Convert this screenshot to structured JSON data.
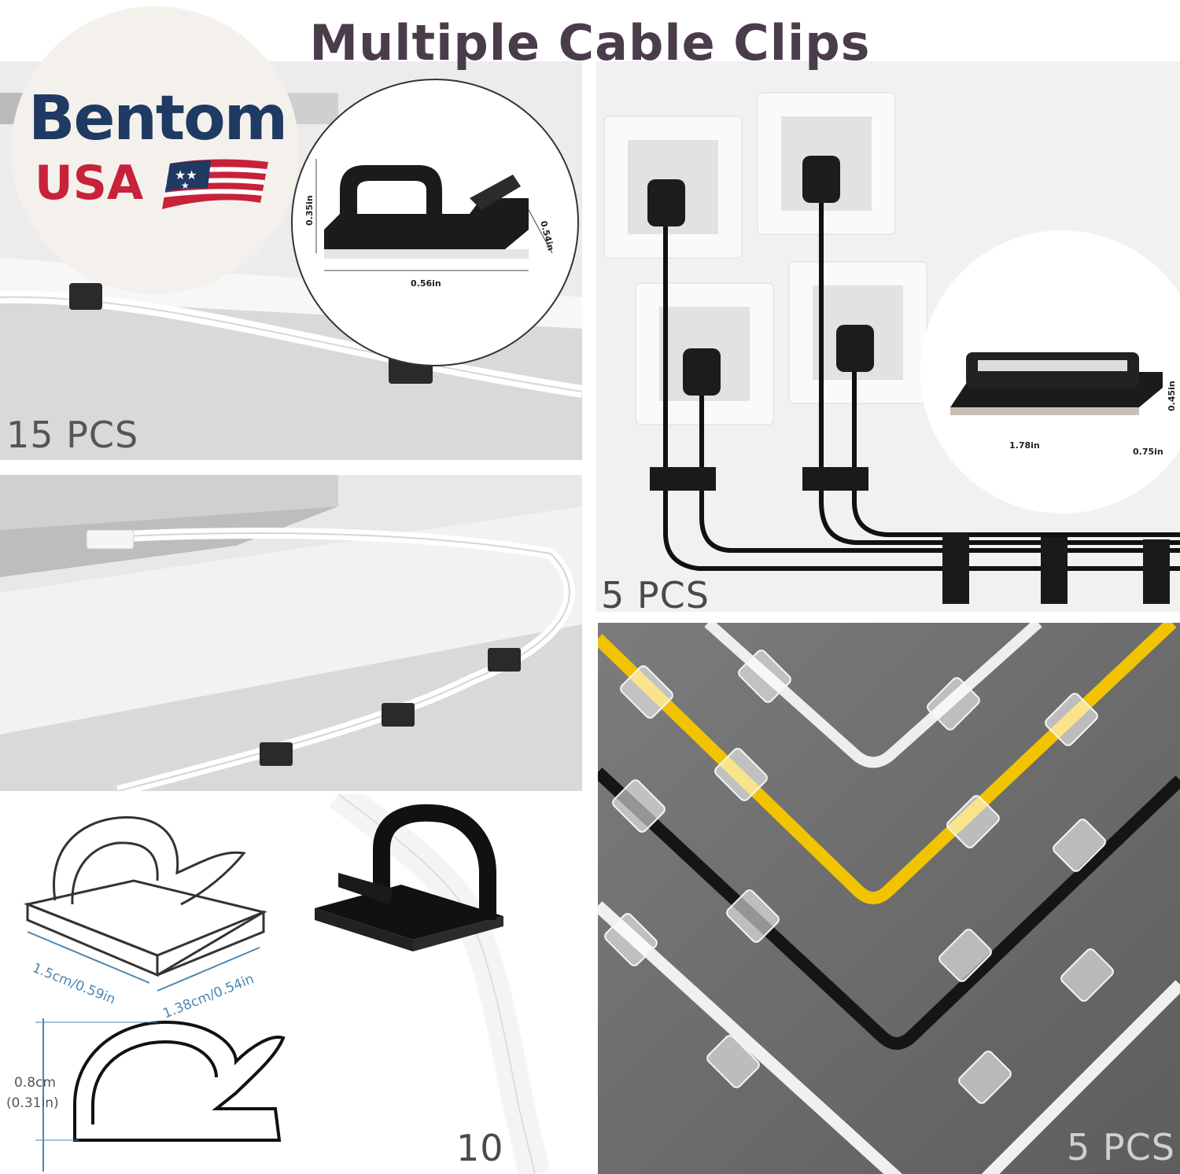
{
  "title": "Multiple Cable Clips",
  "logo": {
    "brand": "Bentom",
    "country": "USA",
    "colors": {
      "navy": "#1f3a63",
      "red": "#c7223a",
      "background": "#f4f1ec"
    }
  },
  "panels": {
    "desk_clips": {
      "quantity": "15 PCS"
    },
    "outlet_clips": {
      "quantity": "5 PCS"
    },
    "laptop_clips": {},
    "single_clip": {
      "quantity": "10 PCS"
    },
    "clear_clips": {
      "quantity": "5 PCS"
    }
  },
  "dimensions": {
    "small_clip": {
      "height": "0.35in",
      "depth": "0.54in",
      "width": "0.56in"
    },
    "large_clip": {
      "height": "0.45in",
      "width": "1.78in",
      "depth": "0.75in"
    },
    "sketch_clip": {
      "length": "1.5cm/0.59in",
      "width": "1.38cm/0.54in",
      "height_cm": "0.8cm",
      "height_in": "(0.31in)"
    }
  }
}
